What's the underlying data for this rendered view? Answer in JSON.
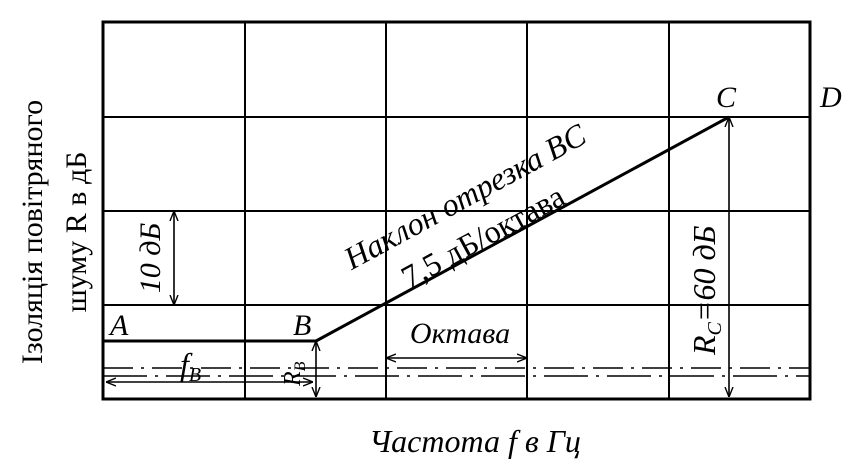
{
  "y_axis_label": {
    "line1": "Ізоляція повітряного",
    "line2": "шуму R в дБ"
  },
  "x_axis_label": "Частота f в Гц",
  "points": {
    "a": "A",
    "b": "B",
    "c": "C",
    "d": "D"
  },
  "slope_annotation": {
    "line1": "Наклон отрезка BC",
    "line2": "7,5 дБ/октава"
  },
  "step_annotation": "10 дБ",
  "octave_annotation": "Октава",
  "fb_annotation": {
    "base": "f",
    "sub": "B"
  },
  "rb_annotation": {
    "base": "R",
    "sub": "B"
  },
  "rc_annotation": {
    "base": "R",
    "sub": "C",
    "rest": "=60 дБ"
  }
}
